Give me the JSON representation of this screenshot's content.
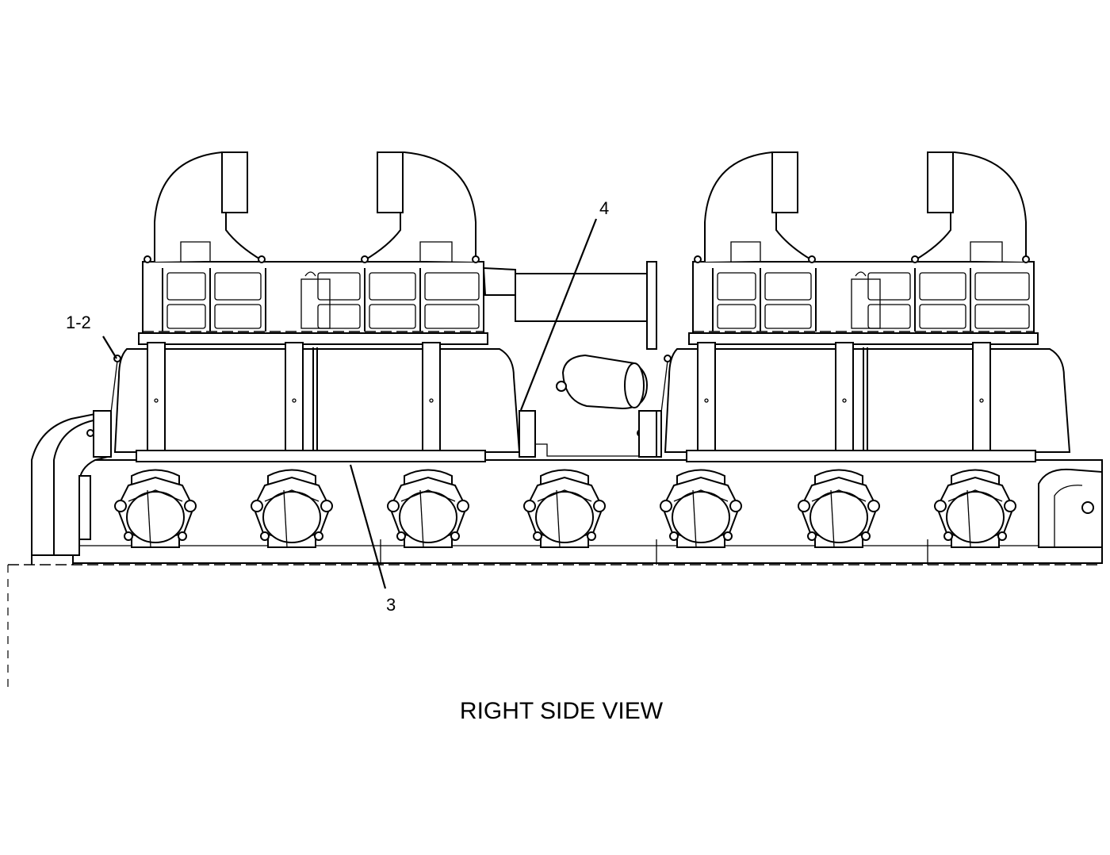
{
  "diagram": {
    "title": "RIGHT SIDE VIEW",
    "callouts": [
      {
        "id": "c12",
        "label": "1-2"
      },
      {
        "id": "c3",
        "label": "3"
      },
      {
        "id": "c4",
        "label": "4"
      }
    ]
  }
}
